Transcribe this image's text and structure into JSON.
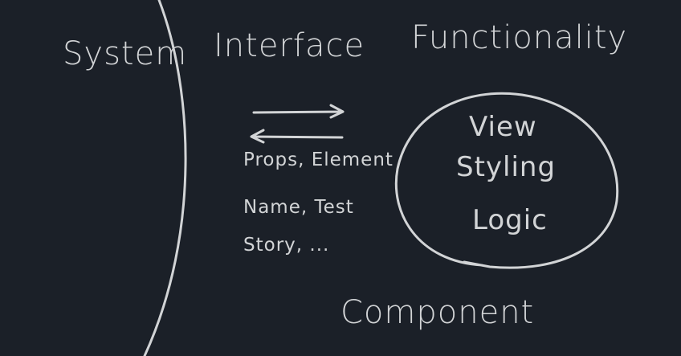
{
  "labels": {
    "system": "System",
    "interface": "Interface",
    "functionality": "Functionality",
    "component": "Component"
  },
  "interface_items": [
    "Props, Element",
    "Name, Test",
    "Story, ..."
  ],
  "functionality_items": [
    "View",
    "Styling",
    "Logic"
  ],
  "colors": {
    "background": "#1b2028",
    "stroke": "#d2d4d6"
  }
}
